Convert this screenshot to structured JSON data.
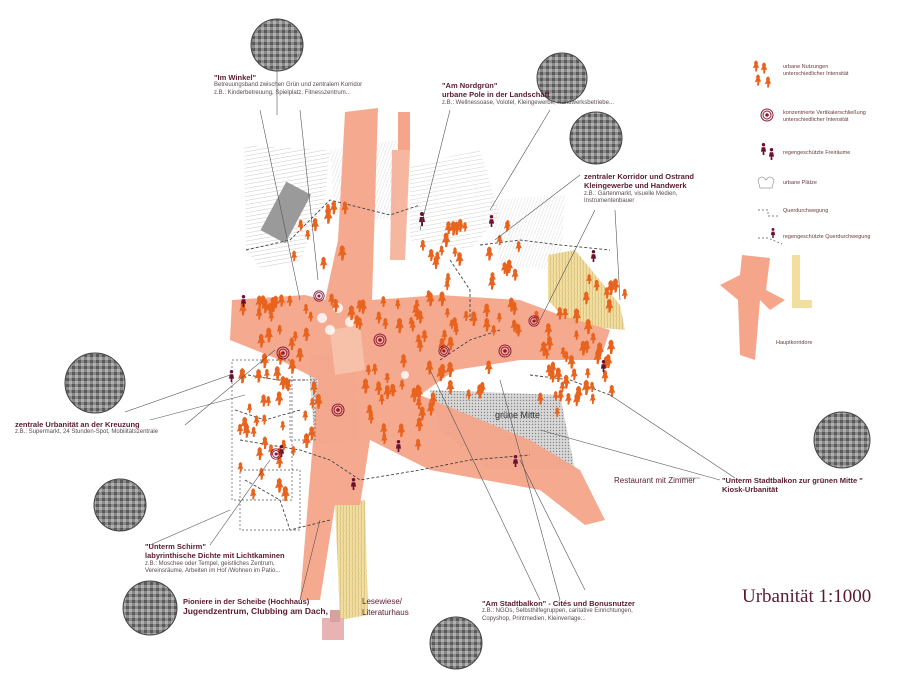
{
  "title": "Urbanität 1:1000",
  "annotations": {
    "im_winkel": {
      "title": "\"Im Winkel\"",
      "line1": "Betreuungsband zwischen Grün und zentralem Korridor",
      "line2": "z.B.: Kinderbetreuung, Spielplatz, Fitnesszentrum..."
    },
    "am_nordgruen": {
      "title": "\"Am Nordgrün\"",
      "line1": "urbane Pole in der Landschaft",
      "line2": "z.B.: Wellnessoase, Volotel, Kleingewerbe, Handwerksbetriebe..."
    },
    "zentraler_korridor": {
      "title": "zentraler Korridor und Ostrand",
      "line1": "Kleingewerbe und Handwerk",
      "line2": "z.B.: Gartenmarkt, visuelle Medien,",
      "line3": "Instrumentenbauer"
    },
    "kreuzung": {
      "title": "zentrale Urbanität an der Kreuzung",
      "line1": "z.B.: Supermarkt, 24 Stunden-Spot, Mobilitätszentrale"
    },
    "unterm_schirm": {
      "title": "\"Unterm Schirm\"",
      "line1": "labyrinthische Dichte mit Lichtkaminen",
      "line2": "z.B.: Moschee oder Tempel, geistliches Zentrum,",
      "line3": "Vereinsräume, Arbeiten im Hof /Wohnen im Patio..."
    },
    "pioniere": {
      "title": "Pioniere in der Scheibe (Hochhaus)",
      "line1": "Jugendzentrum, Clubbing am Dach,"
    },
    "am_stadtbalkon": {
      "title": "\"Am Stadtbalkon\" - Cités und Bonusnutzer",
      "line1": "z.B.: NGOs, Selbsthilfegruppen, caritative Einrichtungen,",
      "line2": "Copyshop, Printmedien, Kleinverlage..."
    },
    "unterm_stadtbalkon": {
      "title": "\"Unterm Stadtbalkon zur grünen Mitte \"",
      "line1": "Kiosk-Urbanität"
    }
  },
  "map_labels": {
    "gruene_mitte": "grüne Mitte",
    "restaurant": "Restaurant mit Zimmer",
    "lesewiese1": "Lesewiese/",
    "lesewiese2": "Literaturhaus"
  },
  "legend": {
    "item1a": "urbane Nutzungen",
    "item1b": "unterschiedlicher Intensität",
    "item2a": "konzentrierte Vertikalerschließung",
    "item2b": "unterschiedlicher Intensität",
    "item3": "regengeschützte Freiräume",
    "item4": "urbane Plätze",
    "item5": "Querdurchwegung",
    "item6": "regengeschützte Querdurchwegung",
    "item7": "Hauptkorridore"
  },
  "colors": {
    "corridor": "#f4a58a",
    "figures": "#e8641e",
    "dark_figure": "#6b1030",
    "title": "#5a1a2e",
    "yellow_band": "#f2dfa0",
    "hatch": "#8a8a8a"
  }
}
